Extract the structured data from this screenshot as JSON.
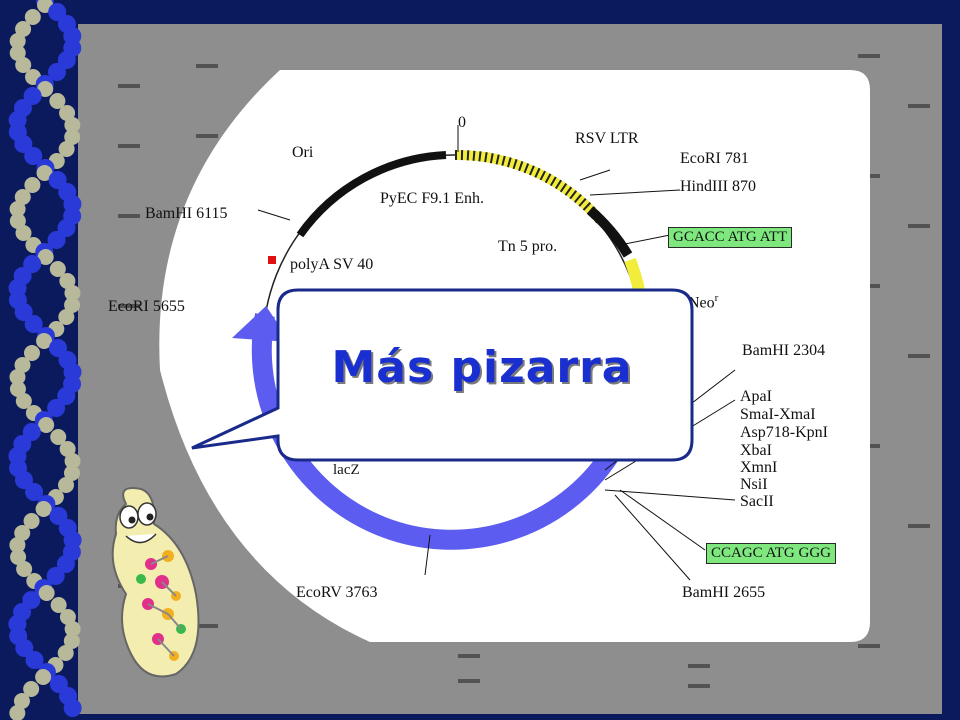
{
  "slide": {
    "callout_text": "Más pizarra"
  },
  "plasmid": {
    "labels": {
      "zero": "0",
      "ori": "Ori",
      "rsv": "RSV LTR",
      "ecori781": "EcoRI  781",
      "hindiii": "HindIII   870",
      "pyec": "PyEC F9.1 Enh.",
      "bamhi6115": "BamHI   6115",
      "tn5": "Tn 5  pro.",
      "polya": "polyA  SV 40",
      "ecori5655": "EcoRI  5655",
      "neo": "Neo",
      "neo_sup": "r",
      "bamhi2304": "BamHI   2304",
      "apai": "ApaI",
      "smai": "SmaI-XmaI",
      "asp": "Asp718-KpnI",
      "xbai": "XbaI",
      "xmni": "XmnI",
      "nsii": "NsiI",
      "sacii": "SacII",
      "lacz": "lacZ",
      "ecorv": "EcoRV   3763",
      "bamhi2655": "BamHI   2655"
    },
    "boxes": {
      "kozak1": "GCACC ATG ATT",
      "kozak2": "CCAGC ATG GGG"
    }
  },
  "colors": {
    "frame": "#0a1a5c",
    "arrow": "#5c5cf0",
    "highlight_yellow": "#f2ec3a",
    "box_green": "#7ee87e",
    "callout_text": "#1a2fd0"
  }
}
